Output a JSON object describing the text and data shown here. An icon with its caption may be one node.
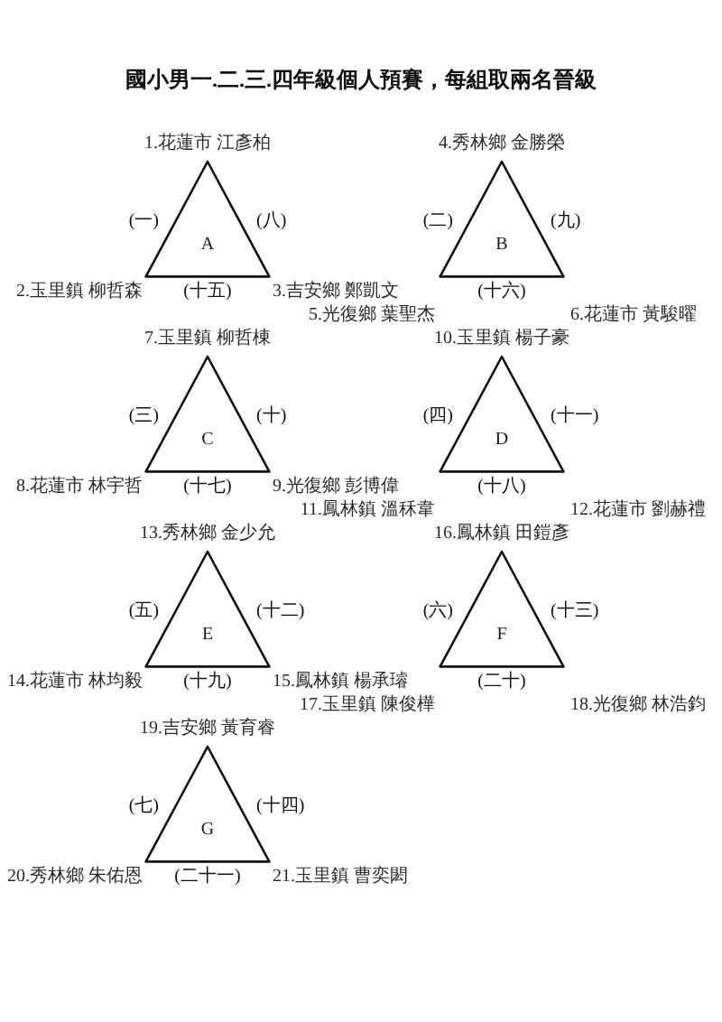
{
  "diagram": {
    "title": "國小男一.二.三.四年級個人預賽，每組取兩名晉級",
    "nodes": [
      {
        "text": [
          "A"
        ],
        "beside": [
          "1.花蓮市 江彥柏",
          "(一)",
          "(八)",
          "2.玉里鎮 柳哲森",
          "(十五)",
          "3.吉安鄉 鄭凱文"
        ]
      },
      {
        "text": [
          "B"
        ],
        "beside": [
          "4.秀林鄉 金勝榮",
          "(二)",
          "(九)",
          "(十六)",
          "5.光復鄉 葉聖杰",
          "6.花蓮市 黃駿曜"
        ]
      },
      {
        "text": [
          "C"
        ],
        "beside": [
          "7.玉里鎮 柳哲棟",
          "(三)",
          "(十)",
          "8.花蓮市 林宇哲",
          "(十七)",
          "9.光復鄉 彭博偉"
        ]
      },
      {
        "text": [
          "D"
        ],
        "beside": [
          "10.玉里鎮 楊子豪",
          "(四)",
          "(十一)",
          "(十八)",
          "11.鳳林鎮 溫秝韋",
          "12.花蓮市 劉赫禮"
        ]
      },
      {
        "text": [
          "E"
        ],
        "beside": [
          "13.秀林鄉 金少允",
          "(五)",
          "(十二)",
          "14.花蓮市 林均毅",
          "(十九)",
          "15.鳳林鎮 楊承璿"
        ]
      },
      {
        "text": [
          "F"
        ],
        "beside": [
          "16.鳳林鎮 田鎧彥",
          "(六)",
          "(十三)",
          "(二十)",
          "17.玉里鎮 陳俊樺",
          "18.光復鄉 林浩鈞"
        ]
      },
      {
        "text": [
          "G"
        ],
        "beside": [
          "19.吉安鄉 黃育睿",
          "(七)",
          "(十四)",
          "20.秀林鄉 朱佑恩",
          "(二十一)",
          "21.玉里鎮 曹奕閎"
        ]
      }
    ]
  }
}
